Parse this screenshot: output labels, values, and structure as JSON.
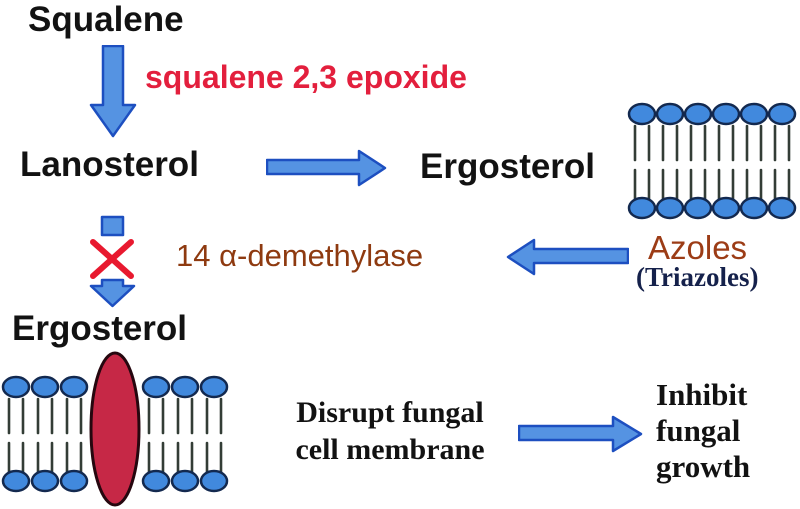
{
  "pathway": {
    "squalene": "Squalene",
    "epoxide_label": "squalene 2,3 epoxide",
    "lanosterol": "Lanosterol",
    "ergosterol_top": "Ergosterol",
    "enzyme_label": "14 α-demethylase",
    "azoles": "Azoles",
    "triazoles": "(Triazoles)",
    "ergosterol_bottom": "Ergosterol",
    "disrupt_line1": "Disrupt fungal",
    "disrupt_line2": "cell membrane",
    "inhibit_line1": "Inhibit",
    "inhibit_line2": "fungal",
    "inhibit_line3": "growth"
  },
  "icons": {
    "down_arrow": "down-arrow",
    "blocked_down_arrow": "blocked-down-arrow-with-x-mark",
    "right_arrow": "right-arrow",
    "left_arrow": "left-arrow",
    "lipid_bilayer": "lipid-bilayer-membrane",
    "disrupted_membrane": "lipid-bilayer-with-sterol-plug",
    "sterol_plug": "red-sterol-ellipse",
    "x_mark": "red-x-mark"
  },
  "colors": {
    "background": "#ffffff",
    "text_black": "#121212",
    "red_label": "#e31f3d",
    "enzyme_brown": "#8e3a10",
    "azoles_brown": "#9c3c16",
    "triazoles_navy": "#15214b",
    "arrow_fill": "#5593e2",
    "arrow_stroke": "#1d4fc0",
    "x_mark_red": "#e8192f",
    "lipid_head_fill": "#4189dd",
    "lipid_head_stroke": "#13294f",
    "lipid_tail": "#333d36",
    "sterol_fill": "#c62846",
    "sterol_stroke": "#26070f"
  }
}
